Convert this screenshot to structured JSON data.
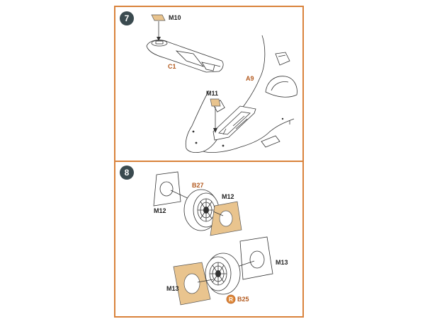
{
  "steps": [
    {
      "number": "7",
      "labels": {
        "m10": "M10",
        "c1": "C1",
        "a9": "A9",
        "m11": "M11"
      }
    },
    {
      "number": "8",
      "labels": {
        "m12_left": "M12",
        "b27": "B27",
        "m12_right": "M12",
        "m13_right": "M13",
        "m13_left": "M13",
        "b25": "B25"
      }
    }
  ],
  "icons": {
    "resin_marker": "circled-r-icon"
  },
  "colors": {
    "frame": "#d9823b",
    "mask": "#e9c48e",
    "part_label": "#b35a1f",
    "badge": "#3a4a4f"
  }
}
